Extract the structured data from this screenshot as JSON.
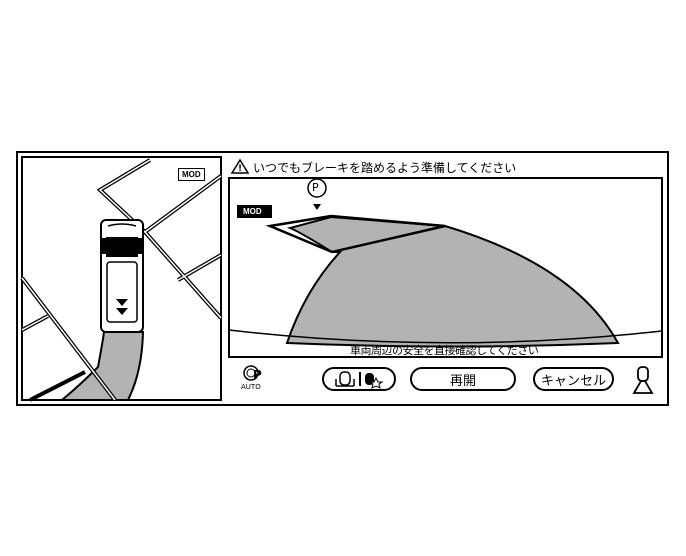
{
  "top_view": {
    "mode_badge": "MOD"
  },
  "camera_view": {
    "warning_text": "いつでもブレーキを踏めるよう準備してください",
    "mode_badge": "MOD",
    "parking_marker": "P",
    "safety_text": "車両周辺の安全を直接確認してください"
  },
  "controls": {
    "auto_park_label": "AUTO",
    "auto_park_p": "P",
    "resume_label": "再開",
    "cancel_label": "キャンセル"
  },
  "colors": {
    "path_fill": "#b3b3b3",
    "line": "#000000"
  }
}
